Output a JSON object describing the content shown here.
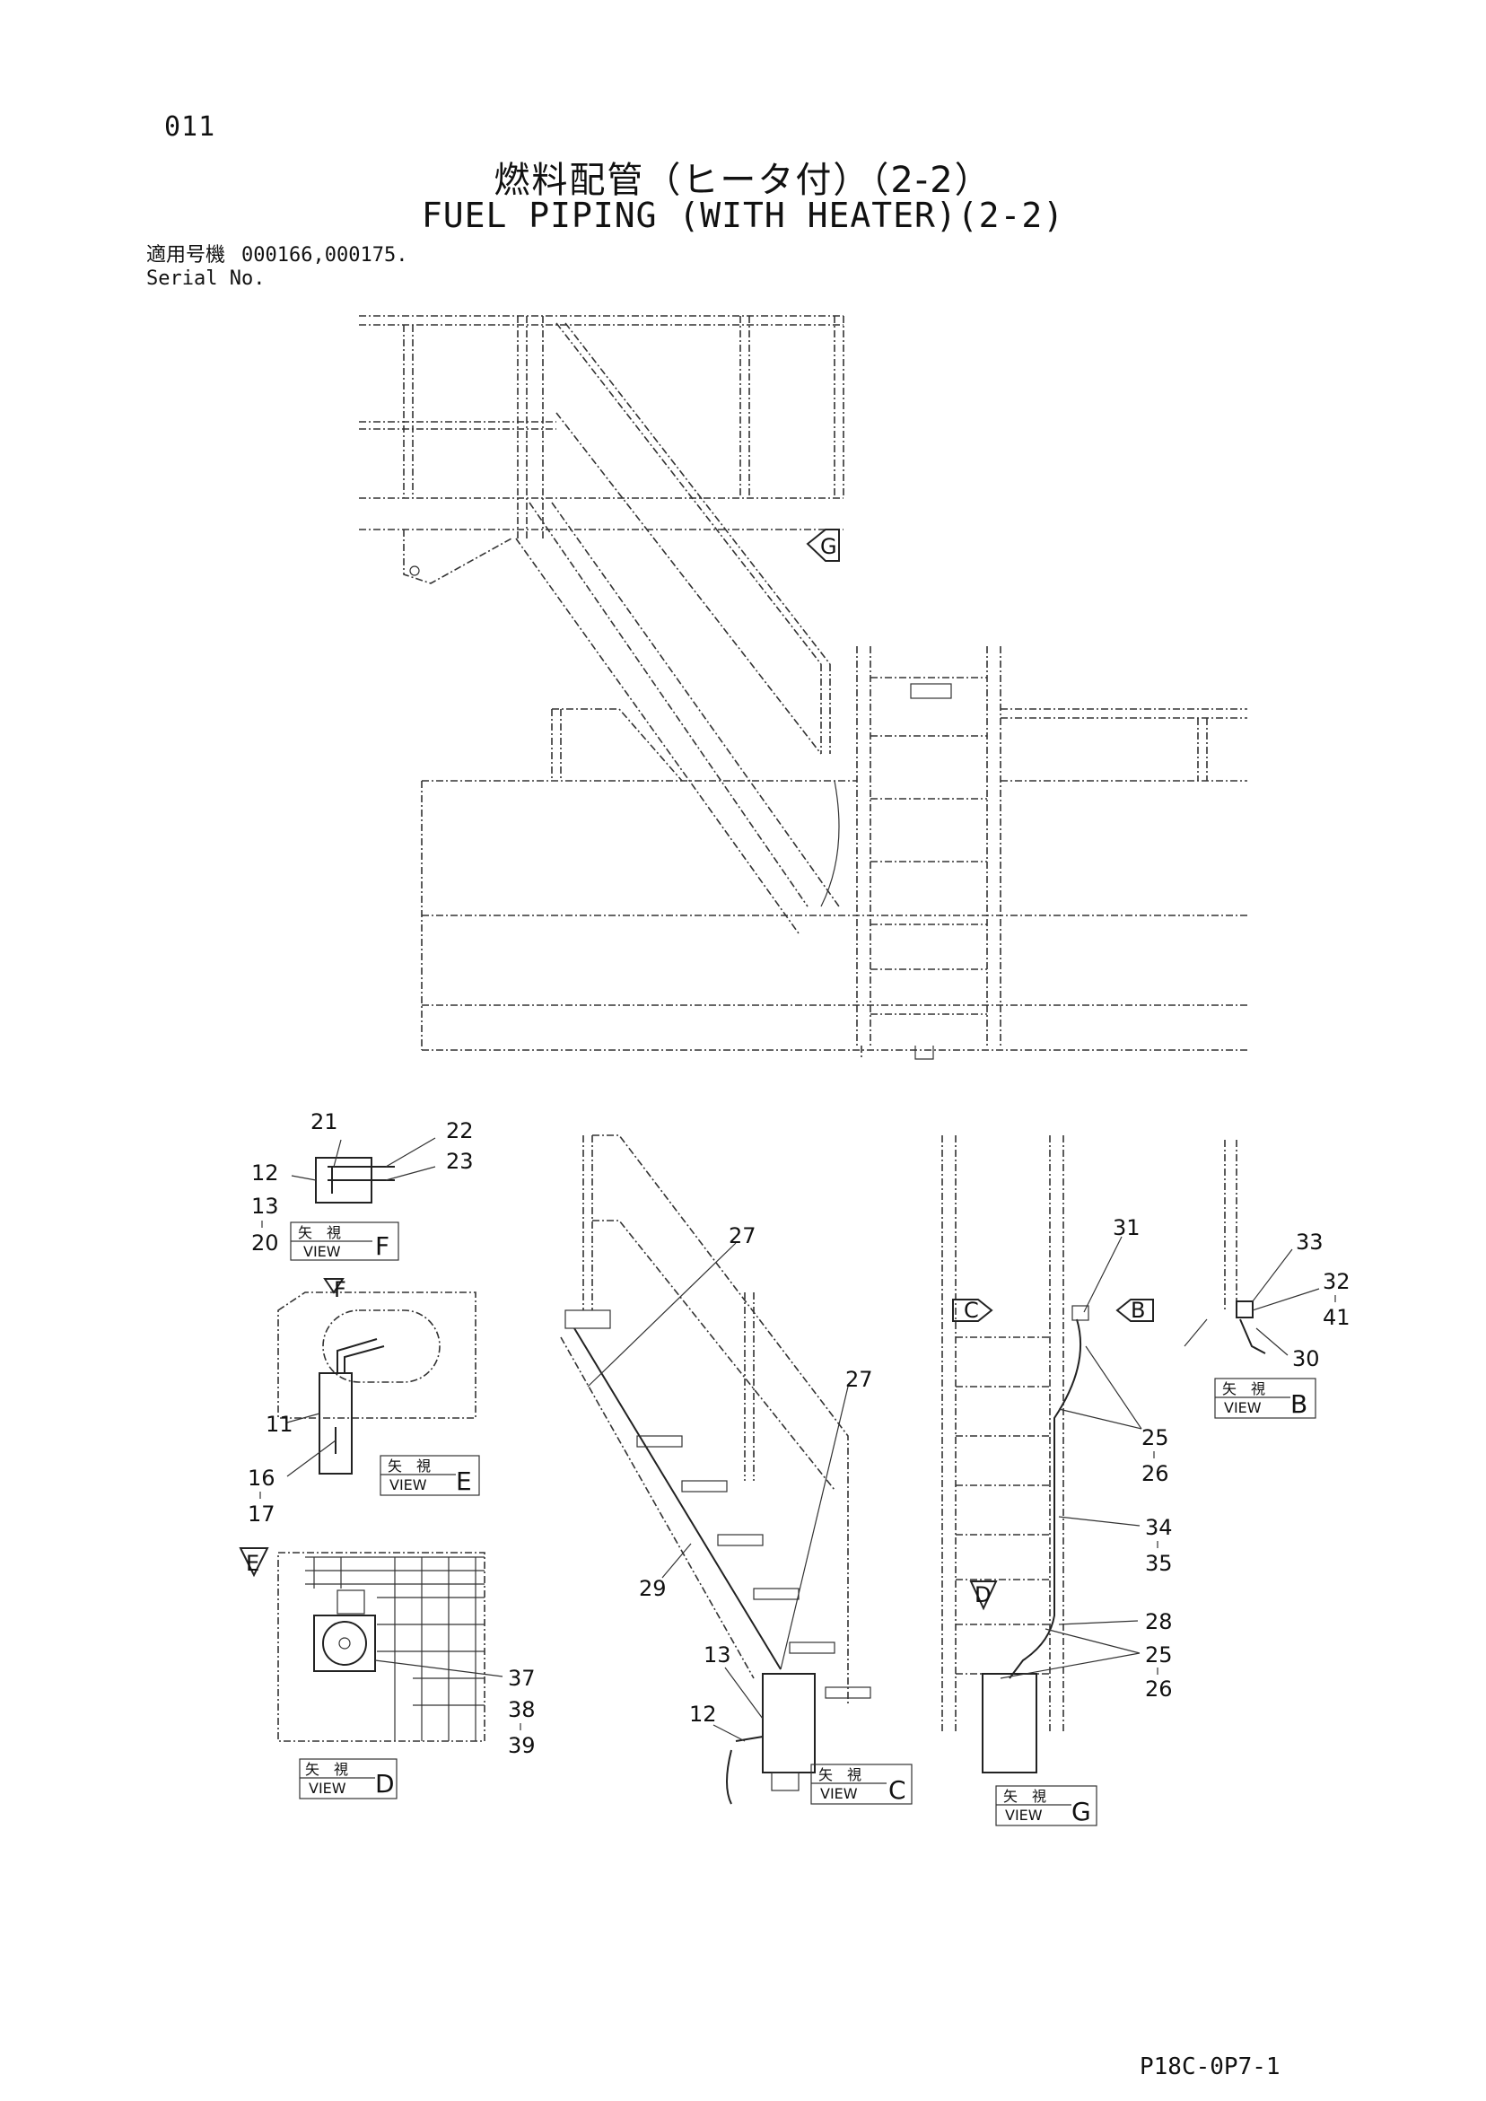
{
  "page_number": "011",
  "title_jp": "燃料配管（ヒータ付）（2-2）",
  "title_en": "FUEL PIPING (WITH HEATER)(2-2)",
  "serial": {
    "label_jp": "適用号機",
    "label_en": "Serial No.",
    "numbers": "000166,000175."
  },
  "footer_code": "P18C-0P7-1",
  "view_caption": {
    "jp": "矢　視",
    "en": "VIEW"
  },
  "views": {
    "main_arrow": "G",
    "F": "F",
    "E": "E",
    "D": "D",
    "C": "C",
    "G": "G",
    "B": "B"
  },
  "part_labels": {
    "p21": "21",
    "p22": "22",
    "p23": "23",
    "p12a": "12",
    "p13a": "13",
    "p20": "20",
    "p11": "11",
    "p16": "16",
    "p17": "17",
    "p37": "37",
    "p38": "38",
    "p39": "39",
    "p27a": "27",
    "p27b": "27",
    "p29": "29",
    "p13b": "13",
    "p12b": "12",
    "p31": "31",
    "p25a": "25",
    "p26a": "26",
    "p34": "34",
    "p35": "35",
    "p28": "28",
    "p25b": "25",
    "p26b": "26",
    "p33": "33",
    "p32": "32",
    "p41": "41",
    "p30": "30"
  }
}
